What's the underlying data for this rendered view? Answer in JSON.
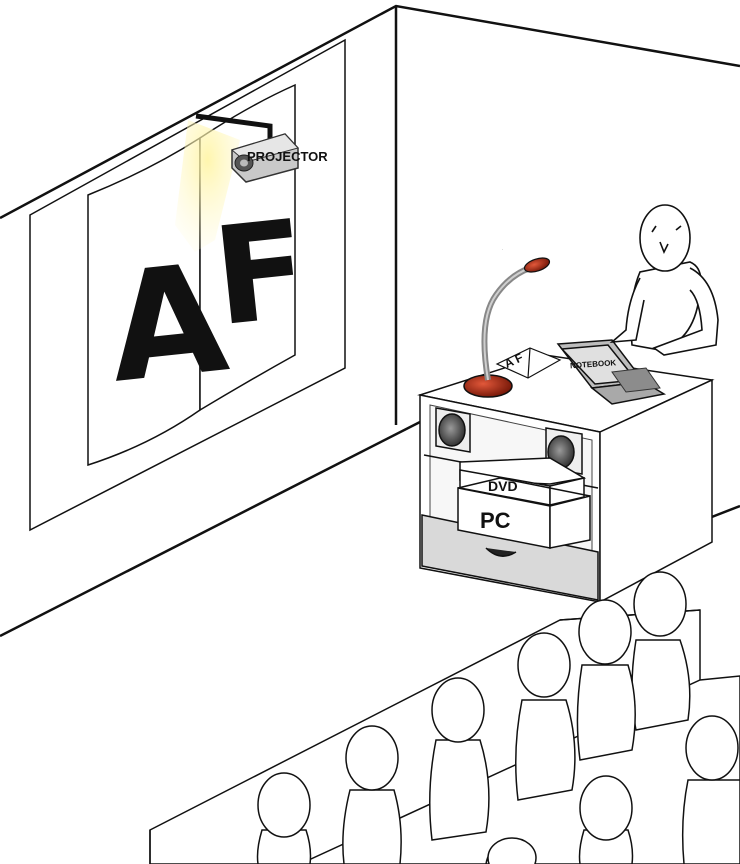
{
  "screen": {
    "left_page_letter": "A",
    "right_page_letter": "F"
  },
  "labels": {
    "projector": "PROJECTOR",
    "notebook": "NOTEBOOK",
    "dvd": "DVD",
    "pc": "PC",
    "document_letters": "A F"
  },
  "colors": {
    "outline": "#111111",
    "projector_beam": "#fff6b0",
    "document_camera_base": "#b32a14",
    "shelf_gray": "#d9d9d9"
  },
  "icons": {
    "projector": "projector-icon",
    "document_camera": "document-camera-icon",
    "speaker": "speaker-icon",
    "laptop": "laptop-icon"
  }
}
